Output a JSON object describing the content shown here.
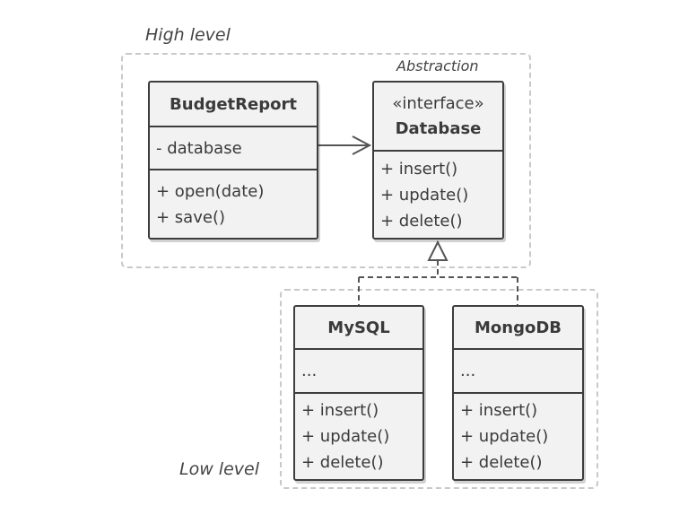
{
  "groups": {
    "high_label": "High level",
    "low_label": "Low level",
    "abstraction_label": "Abstraction"
  },
  "classes": {
    "budget_report": {
      "name": "BudgetReport",
      "fields": [
        "- database"
      ],
      "methods": [
        "+ open(date)",
        "+ save()"
      ]
    },
    "database": {
      "stereotype": "«interface»",
      "name": "Database",
      "methods": [
        "+ insert()",
        "+ update()",
        "+ delete()"
      ]
    },
    "mysql": {
      "name": "MySQL",
      "fields": [
        "..."
      ],
      "methods": [
        "+ insert()",
        "+ update()",
        "+ delete()"
      ]
    },
    "mongodb": {
      "name": "MongoDB",
      "fields": [
        "..."
      ],
      "methods": [
        "+ insert()",
        "+ update()",
        "+ delete()"
      ]
    }
  },
  "colors": {
    "box_fill": "#f2f2f2",
    "box_border": "#3d3d3d",
    "frame_dash": "#c9c9c9",
    "connector": "#555555"
  }
}
